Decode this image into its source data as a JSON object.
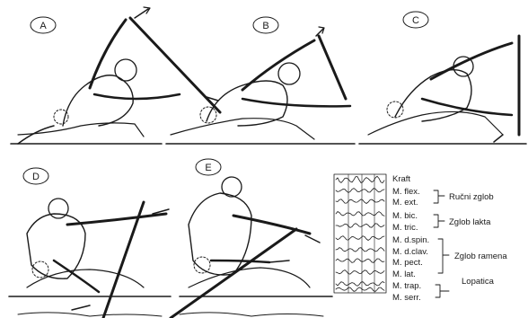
{
  "panels": [
    {
      "id": "A",
      "label": "A"
    },
    {
      "id": "B",
      "label": "B"
    },
    {
      "id": "C",
      "label": "C"
    },
    {
      "id": "D",
      "label": "D"
    },
    {
      "id": "E",
      "label": "E"
    }
  ],
  "emg_legend": {
    "rows": [
      {
        "label": "Kraft"
      },
      {
        "label": "M. flex."
      },
      {
        "label": "M. ext."
      },
      {
        "label": "M. bic."
      },
      {
        "label": "M. tric."
      },
      {
        "label": "M. d.spin."
      },
      {
        "label": "M. d.clav."
      },
      {
        "label": "M. pect."
      },
      {
        "label": "M. lat."
      },
      {
        "label": "M. trap."
      },
      {
        "label": "M. serr."
      }
    ],
    "groups": [
      {
        "label": "Ručni zglob"
      },
      {
        "label": "Zglob lakta"
      },
      {
        "label": "Zglob ramena"
      },
      {
        "label": "Lopatica"
      }
    ]
  },
  "colors": {
    "ink": "#1a1a1a",
    "background": "#ffffff"
  }
}
